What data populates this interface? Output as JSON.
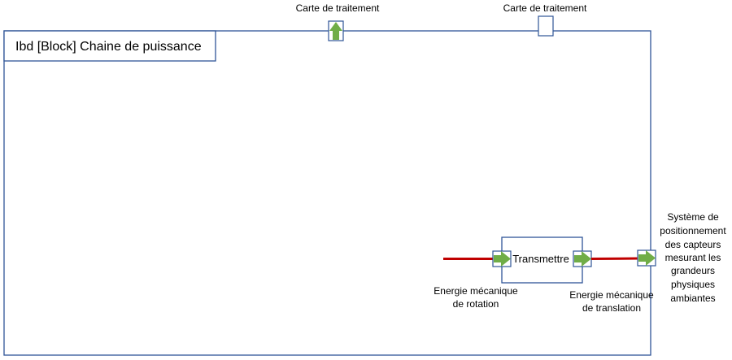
{
  "diagram": {
    "title": "Ibd [Block] Chaine de puissance",
    "ports": {
      "carte_in": "Carte de traitement",
      "carte_out": "Carte de traitement",
      "systeme": [
        "Système de",
        "positionnement",
        "des capteurs",
        "mesurant les",
        "grandeurs",
        "physiques",
        "ambiantes"
      ]
    },
    "block": {
      "name": "Transmettre"
    },
    "flows": {
      "input": [
        "Energie mécanique",
        "de rotation"
      ],
      "output": [
        "Energie mécanique",
        "de translation"
      ]
    },
    "colors": {
      "frame": "#2f5597",
      "port_arrow": "#70ad47",
      "flow_line": "#c00000"
    }
  }
}
